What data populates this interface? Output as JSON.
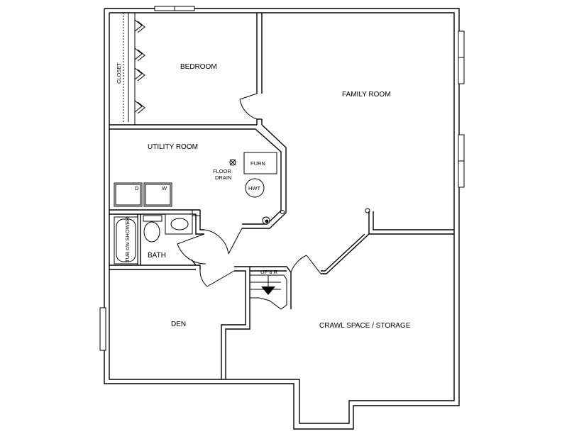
{
  "rooms": {
    "bedroom": "BEDROOM",
    "family_room": "FAMILY ROOM",
    "utility_room": "UTILITY ROOM",
    "bath": "BATH",
    "den": "DEN",
    "crawl_space": "CRAWL SPACE / STORAGE",
    "closet": "CLOSET"
  },
  "fixtures": {
    "furnace": "FURN",
    "hot_water_tank": "HWT",
    "floor_drain_line1": "FLOOR",
    "floor_drain_line2": "DRAIN",
    "dryer": "D",
    "washer": "W",
    "tub_shower": "TUB c/w SHOWER"
  },
  "stairs": {
    "label": "UP 8 R"
  }
}
